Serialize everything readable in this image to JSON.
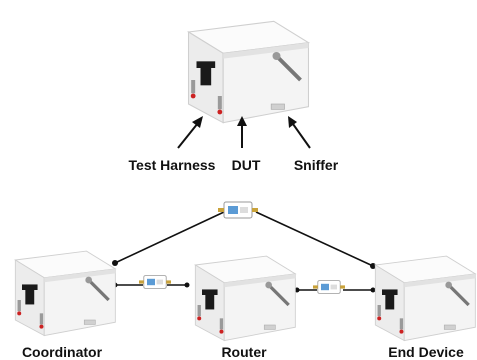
{
  "top": {
    "labels": {
      "test_harness": "Test Harness",
      "dut": "DUT",
      "sniffer": "Sniffer"
    }
  },
  "network": {
    "nodes": {
      "coordinator": "Coordinator",
      "router": "Router",
      "end_device": "End Device"
    }
  },
  "colors": {
    "box_face": "#f2f2f2",
    "box_edge": "#cfcfcf",
    "cable": "#111111",
    "attenuator_blue": "#5b9bd5"
  }
}
